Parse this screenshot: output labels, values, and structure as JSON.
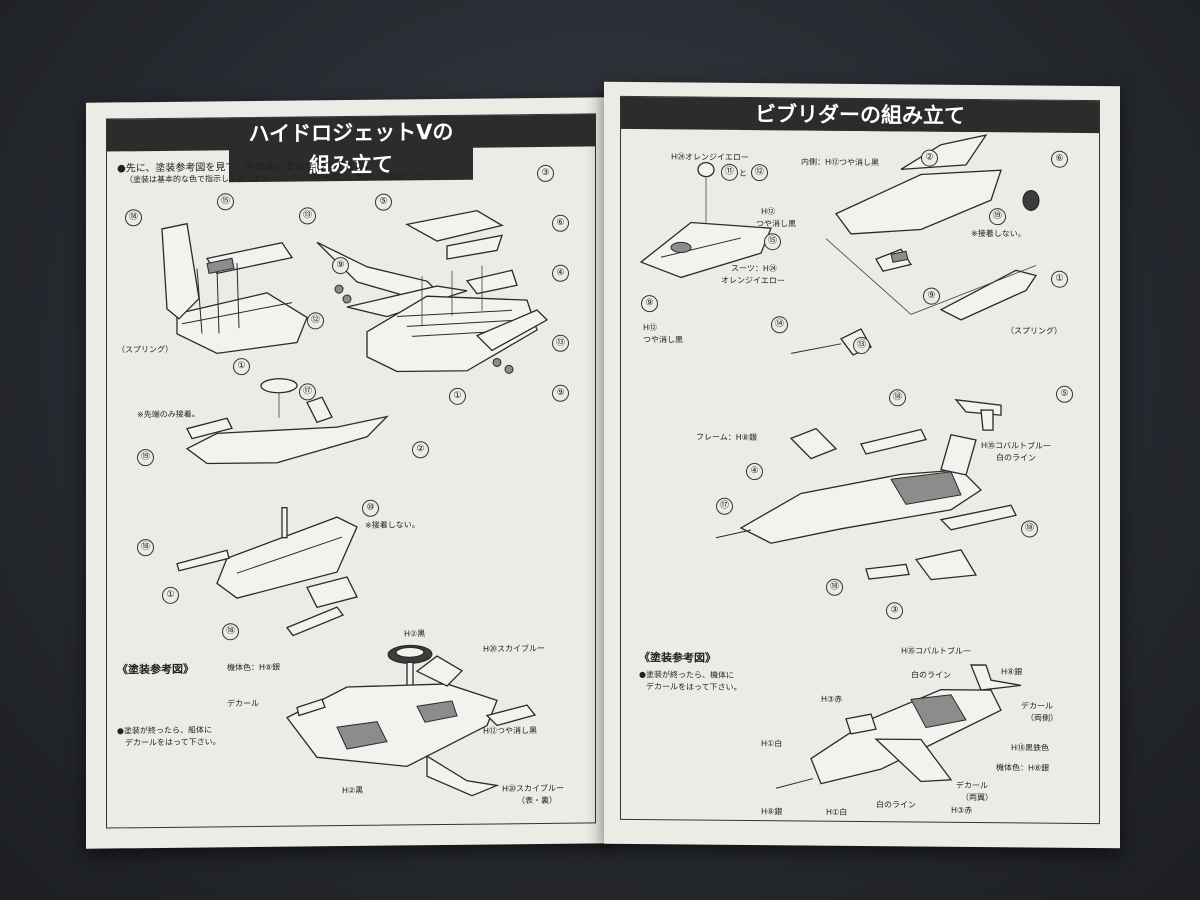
{
  "left": {
    "title": "ハイドロジェットVの組み立て",
    "instruction": "●先に、塗装参考図を見て、各部品に塗装をして下さい。",
    "note": "（塗装は基本的な色で指示してあります。パッケージを参照し、色合いは調整して下さい）",
    "spring": "（スプリング）",
    "tip_only": "※先端のみ接着。",
    "no_glue": "※接着しない。",
    "paint_ref": "《塗装参考図》",
    "body_color": "機体色：H⑧銀",
    "decal": "デカール",
    "decal_note_1": "●塗装が終ったら、船体に",
    "decal_note_2": "デカールをはって下さい。",
    "black_1": "H②黒",
    "black_2": "H②黒",
    "sky_blue": "H⑳スカイブルー",
    "flat_black": "H⑫つや消し黒",
    "sky_blue_2": "H⑳スカイブルー",
    "front_back": "（表・裏）",
    "parts": [
      "①",
      "②",
      "③",
      "④",
      "⑤",
      "⑥",
      "⑨",
      "⑩",
      "⑫",
      "⑬",
      "⑭",
      "⑮",
      "⑰",
      "⑱",
      "⑲"
    ]
  },
  "right": {
    "title": "ビブリダーの組み立て",
    "orange_yellow": "H㉔オレンジイエロー",
    "eleven_twelve_and": "と",
    "inner_flat_black": "内側：H⑫つや消し黒",
    "h12_flat_black_1": "H⑫",
    "h12_flat_black_1b": "つや消し黒",
    "suit": "スーツ：H㉔",
    "suit_b": "オレンジイエロー",
    "h12_flat_black_2": "H⑫",
    "h12_flat_black_2b": "つや消し黒",
    "no_glue": "※接着しない。",
    "spring": "（スプリング）",
    "frame_silver": "フレーム：H⑧銀",
    "cobalt_blue": "H㉟コバルトブルー",
    "white_line": "白のライン",
    "paint_ref": "《塗装参考図》",
    "decal_note_1": "●塗装が終ったら、機体に",
    "decal_note_2": "デカールをはって下さい。",
    "cobalt_blue_2": "H㉟コバルトブルー",
    "white_line_2": "白のライン",
    "red_1": "H③赤",
    "decal_both_1": "デカール",
    "both_sides_1": "（両側）",
    "black_iron": "H⑱黒鉄色",
    "white_1": "H①白",
    "body_color": "機体色：H⑧銀",
    "decal_both_2": "デカール",
    "both_sides_2": "（両翼）",
    "silver": "H⑧銀",
    "white_2": "H①白",
    "white_line_3": "白のライン",
    "red_2": "H③赤",
    "silver_2": "H⑧銀",
    "parts": [
      "①",
      "②",
      "③",
      "④",
      "⑤",
      "⑥",
      "⑨",
      "⑪",
      "⑫",
      "⑬",
      "⑭",
      "⑮",
      "⑰",
      "⑱",
      "⑲"
    ]
  }
}
